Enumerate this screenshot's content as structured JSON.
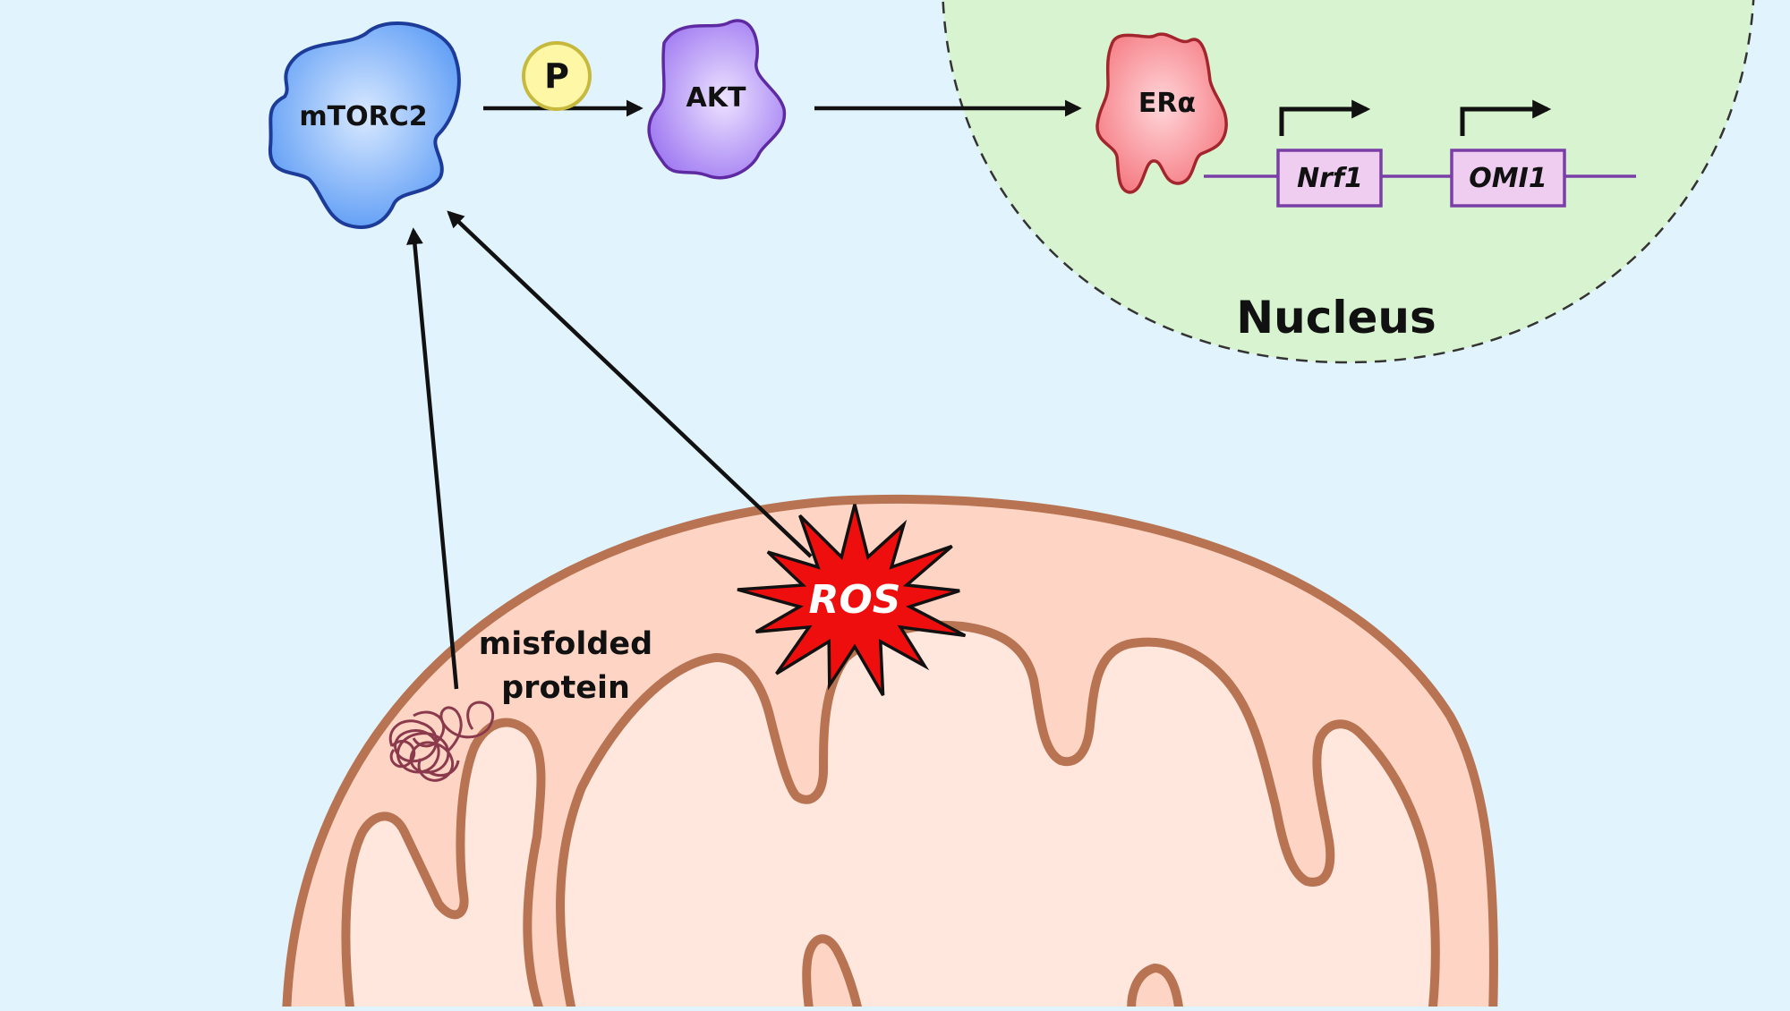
{
  "nucleus": {
    "label": "Nucleus",
    "fill": "#d8f3cf"
  },
  "proteins": {
    "mtorc2": {
      "label": "mTORC2",
      "color": "#5b9bf5"
    },
    "akt": {
      "label": "AKT",
      "color": "#a07af2"
    },
    "er_alpha": {
      "label": "ERα",
      "color": "#f57a82"
    }
  },
  "phospho": {
    "label": "P",
    "color": "#fdf7a6"
  },
  "genes": [
    {
      "label": "Nrf1",
      "fill": "#efcdf0",
      "border": "#7a3fa6"
    },
    {
      "label": "OMI1",
      "fill": "#efcdf0",
      "border": "#7a3fa6"
    }
  ],
  "stress": {
    "ros": {
      "label": "ROS",
      "color": "#ee0e0e"
    },
    "misfolded_protein": {
      "label_line1": "misfolded",
      "label_line2": "protein",
      "color": "#8a3a4c"
    }
  },
  "mitochondrion": {
    "outer_fill": "#fed5c4",
    "inner_fill": "#ffe7de",
    "membrane": "#b87352"
  }
}
